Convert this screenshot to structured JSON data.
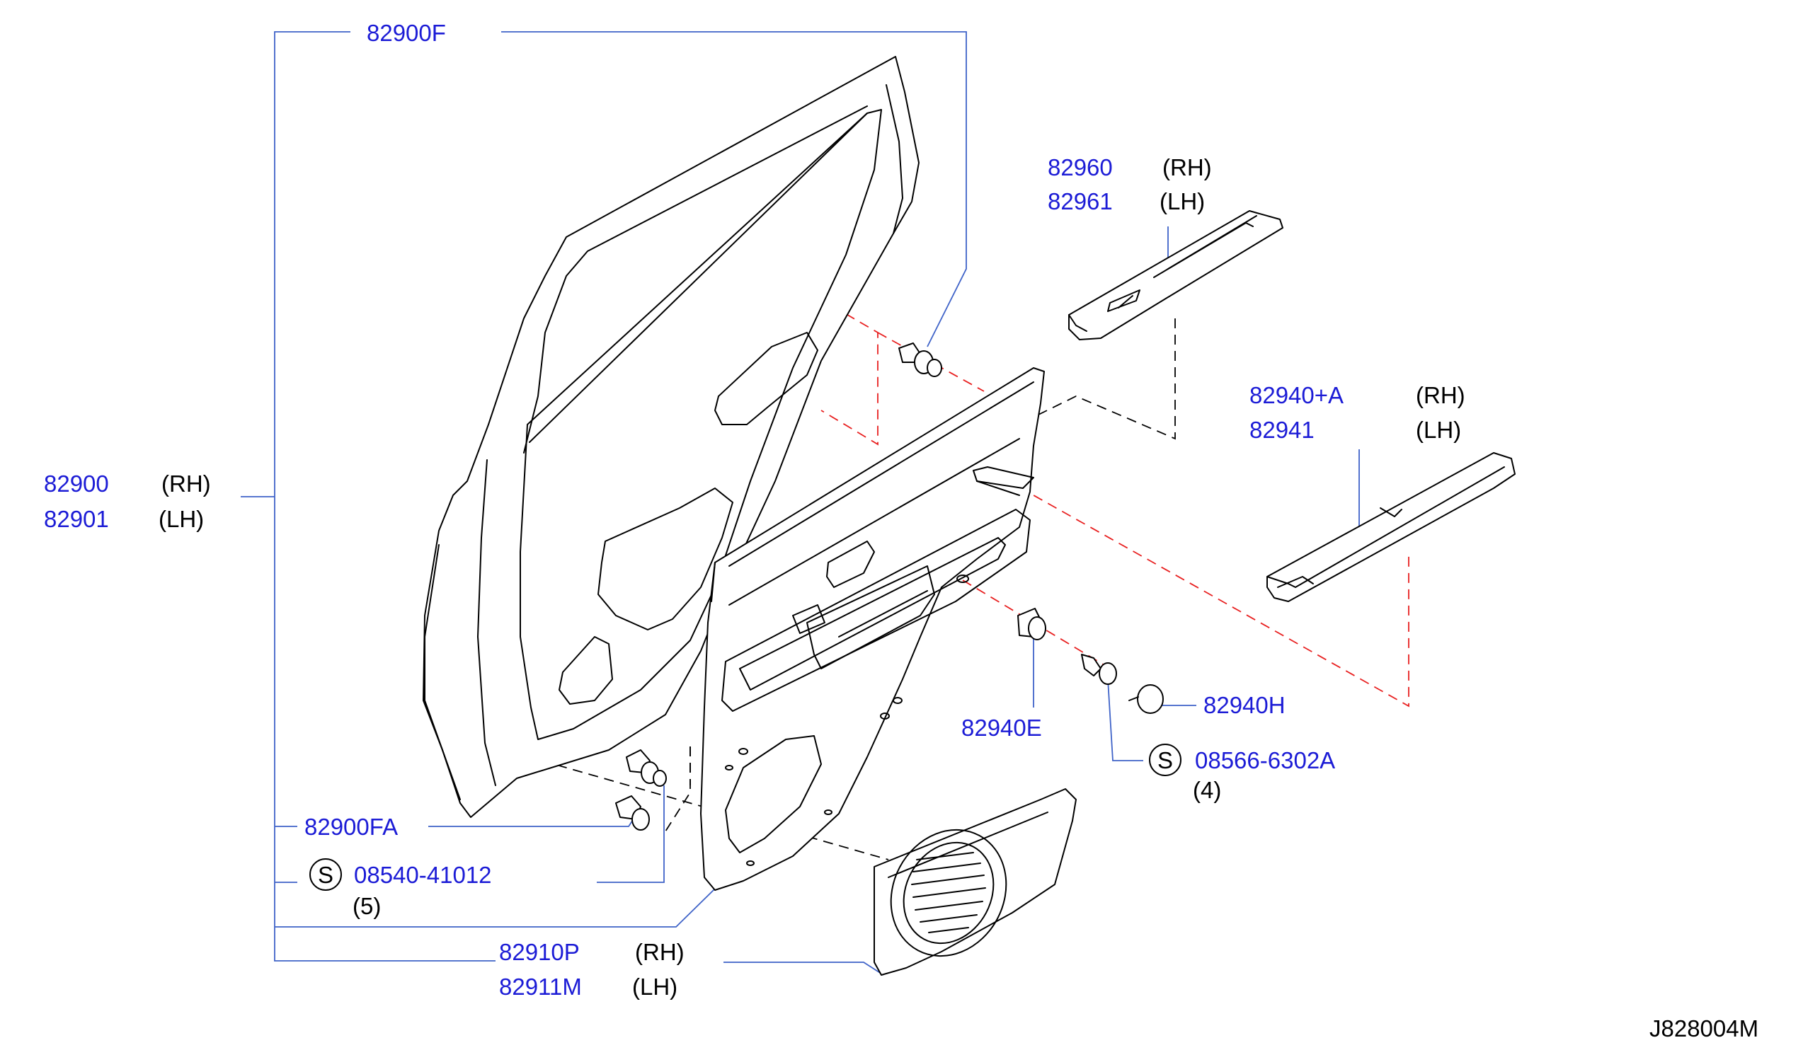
{
  "callouts": {
    "c_82900f": {
      "part": "82900F"
    },
    "c_82900": {
      "part": "82900",
      "side": "(RH)"
    },
    "c_82901": {
      "part": "82901",
      "side": "(LH)"
    },
    "c_82900fa": {
      "part": "82900FA"
    },
    "c_08540": {
      "symbol": "S",
      "part": "08540-41012",
      "qty": "(5)"
    },
    "c_82910p": {
      "part": "82910P",
      "side": "(RH)"
    },
    "c_82911m": {
      "part": "82911M",
      "side": "(LH)"
    },
    "c_82960": {
      "part": "82960",
      "side": "(RH)"
    },
    "c_82961": {
      "part": "82961",
      "side": "(LH)"
    },
    "c_82940a": {
      "part": "82940+A",
      "side": "(RH)"
    },
    "c_82941": {
      "part": "82941",
      "side": "(LH)"
    },
    "c_82940e": {
      "part": "82940E"
    },
    "c_82940h": {
      "part": "82940H"
    },
    "c_08566": {
      "symbol": "S",
      "part": "08566-6302A",
      "qty": "(4)"
    }
  },
  "diagram_code": "J828004M",
  "colors": {
    "part_number": "#1c1cd6",
    "leader_line": "#3f63c8",
    "hidden_line_red": "#e82020",
    "outline": "#000000"
  }
}
